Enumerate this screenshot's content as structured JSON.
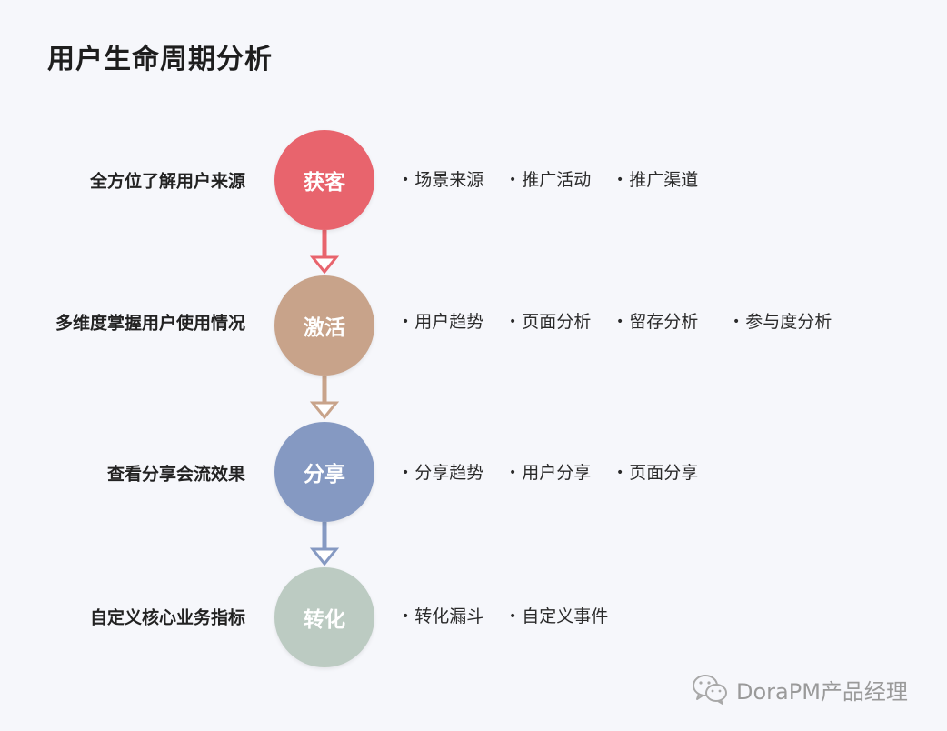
{
  "title": "用户生命周期分析",
  "stages": [
    {
      "name": "获客",
      "desc": "全方位了解用户来源",
      "color": "#e8646d",
      "features": [
        "场景来源",
        "推广活动",
        "推广渠道"
      ]
    },
    {
      "name": "激活",
      "desc": "多维度掌握用户使用情况",
      "color": "#c8a38a",
      "features": [
        "用户趋势",
        "页面分析",
        "留存分析",
        "参与度分析"
      ]
    },
    {
      "name": "分享",
      "desc": "查看分享会流效果",
      "color": "#8599c2",
      "features": [
        "分享趋势",
        "用户分享",
        "页面分享"
      ]
    },
    {
      "name": "转化",
      "desc": "自定义核心业务指标",
      "color": "#bccbc2",
      "features": [
        "转化漏斗",
        "自定义事件"
      ]
    }
  ],
  "footer": {
    "icon": "wechat-icon",
    "text": "DoraPM产品经理"
  }
}
